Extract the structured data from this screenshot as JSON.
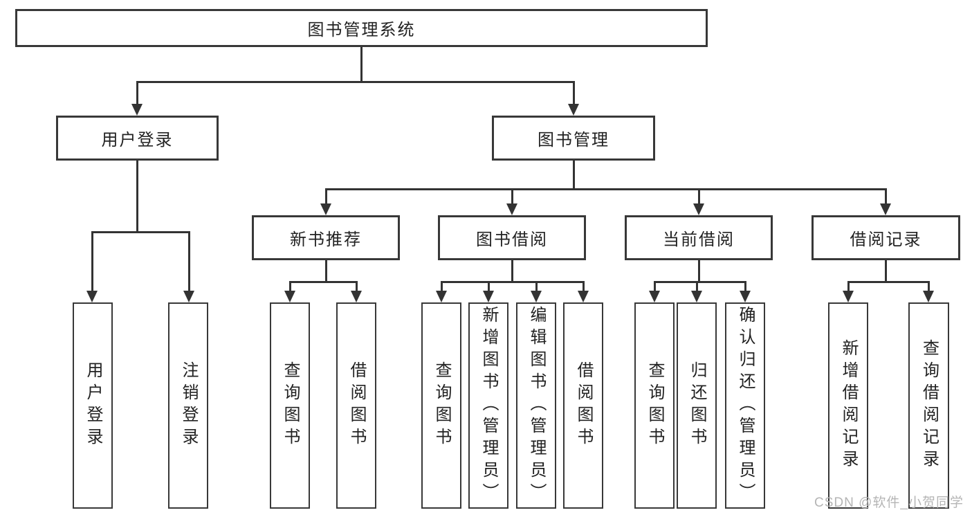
{
  "diagram_title": "图书管理系统",
  "colors": {
    "line": "#333333",
    "box_border": "#383838",
    "text": "#222222",
    "watermark_text": "#b5b5b5",
    "background": "#ffffff"
  },
  "nodes": {
    "root": {
      "label": "图书管理系统"
    },
    "level1": [
      {
        "id": "user-login",
        "label": "用户登录"
      },
      {
        "id": "book-management",
        "label": "图书管理"
      }
    ],
    "level2": [
      {
        "id": "new-book-recommend",
        "label": "新书推荐"
      },
      {
        "id": "book-borrowing",
        "label": "图书借阅"
      },
      {
        "id": "current-borrowing",
        "label": "当前借阅"
      },
      {
        "id": "borrowing-records",
        "label": "借阅记录"
      }
    ],
    "leaves": [
      {
        "parent": "user-login",
        "label": "用户登录"
      },
      {
        "parent": "user-login",
        "label": "注销登录"
      },
      {
        "parent": "new-book-recommend",
        "label": "查询图书"
      },
      {
        "parent": "new-book-recommend",
        "label": "借阅图书"
      },
      {
        "parent": "book-borrowing",
        "label": "查询图书"
      },
      {
        "parent": "book-borrowing",
        "label": "新增图书（管理员）"
      },
      {
        "parent": "book-borrowing",
        "label": "编辑图书（管理员）"
      },
      {
        "parent": "book-borrowing",
        "label": "借阅图书"
      },
      {
        "parent": "current-borrowing",
        "label": "查询图书"
      },
      {
        "parent": "current-borrowing",
        "label": "归还图书"
      },
      {
        "parent": "current-borrowing",
        "label": "确认归还（管理员）"
      },
      {
        "parent": "borrowing-records",
        "label": "新增借阅记录"
      },
      {
        "parent": "borrowing-records",
        "label": "查询借阅记录"
      }
    ]
  },
  "watermark": "CSDN @软件_小贺同学"
}
